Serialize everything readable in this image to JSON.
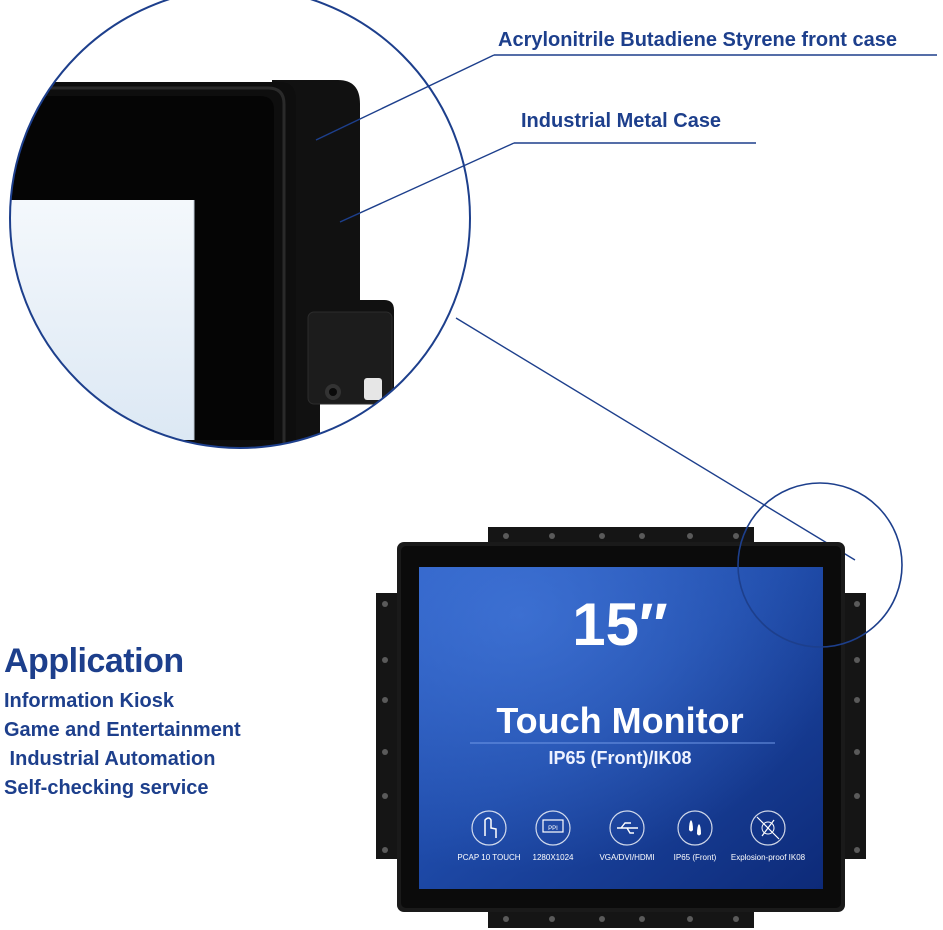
{
  "callouts": {
    "abs_case": "Acrylonitrile Butadiene Styrene front case",
    "metal_case": "Industrial Metal Case"
  },
  "application": {
    "title": "Application",
    "items": [
      "Information Kiosk",
      "Game and Entertainment",
      " Industrial Automation",
      "Self-checking service"
    ]
  },
  "screen": {
    "size": "15″",
    "title": "Touch Monitor",
    "subtitle": "IP65 (Front)/IK08",
    "features": [
      {
        "icon": "touch-icon",
        "label": "PCAP 10 TOUCH"
      },
      {
        "icon": "ppi-icon",
        "icon_text": "PPI",
        "label": "1280X1024"
      },
      {
        "icon": "usb-icon",
        "label": "VGA/DVI/HDMI"
      },
      {
        "icon": "water-drops-icon",
        "label": "IP65 (Front)"
      },
      {
        "icon": "explosion-proof-icon",
        "label": "Explosion-proof  IK08"
      }
    ]
  },
  "colors": {
    "accent": "#1d3f8c",
    "bezel": "#1a1a1a",
    "screen_blue": "#1f4fae"
  }
}
